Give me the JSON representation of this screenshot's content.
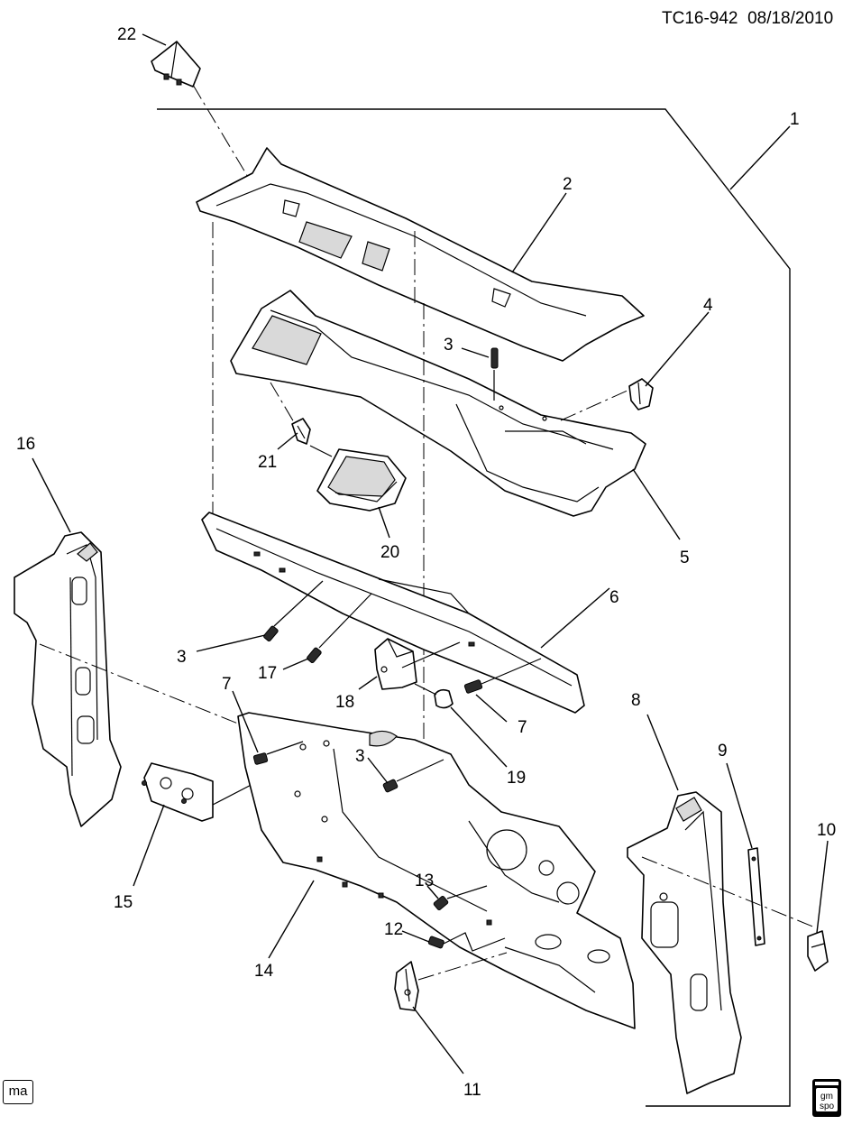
{
  "header": {
    "code": "TC16-942",
    "date": "08/18/2010"
  },
  "footer": {
    "mark_left": "ma",
    "logo_line1": "gm",
    "logo_line2": "spo"
  },
  "callouts": {
    "c1": "1",
    "c2": "2",
    "c3a": "3",
    "c3b": "3",
    "c3c": "3",
    "c4": "4",
    "c5": "5",
    "c6": "6",
    "c7a": "7",
    "c7b": "7",
    "c8": "8",
    "c9": "9",
    "c10": "10",
    "c11": "11",
    "c12": "12",
    "c13": "13",
    "c14": "14",
    "c15": "15",
    "c16": "16",
    "c17": "17",
    "c18": "18",
    "c19": "19",
    "c20": "20",
    "c21": "21",
    "c22": "22"
  }
}
